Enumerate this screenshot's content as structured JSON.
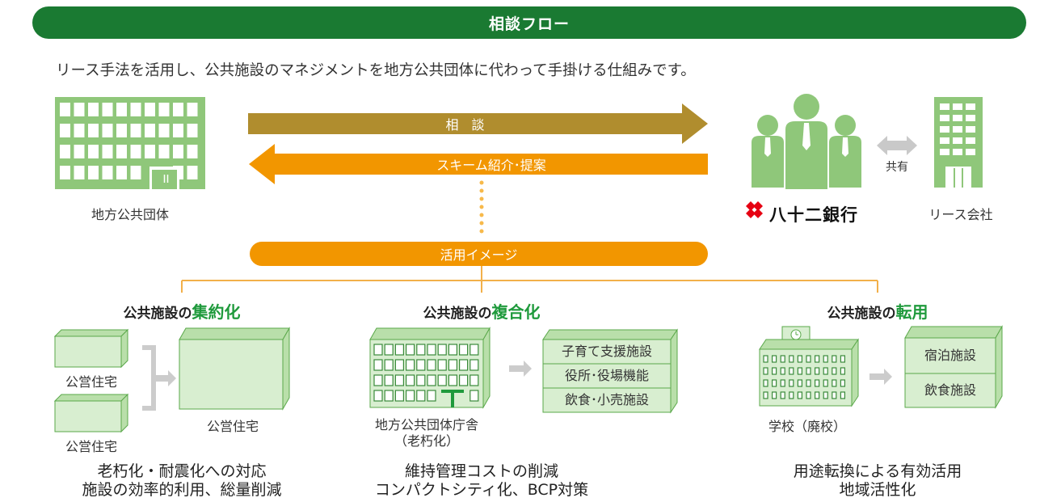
{
  "banner": {
    "title": "相談フロー"
  },
  "intro": "リース手法を活用し、公共施設のマネジメントを地方公共団体に代わって手掛ける仕組みです。",
  "actors": {
    "local_gov": "地方公共団体",
    "bank": "八十二銀行",
    "share": "共有",
    "lease_company": "リース会社"
  },
  "flow": {
    "consult": "相　談",
    "proposal": "スキーム紹介･提案",
    "image": "活用イメージ"
  },
  "cases": [
    {
      "heading_prefix": "公共施設の",
      "heading_highlight": "集約化",
      "from_label_1": "公営住宅",
      "from_label_2": "公営住宅",
      "to_label": "公営住宅",
      "outcome_1": "老朽化・耐震化への対応",
      "outcome_2": "施設の効率的利用、総量削減"
    },
    {
      "heading_prefix": "公共施設の",
      "heading_highlight": "複合化",
      "from_label_1": "地方公共団体庁舎",
      "from_label_2": "（老朽化）",
      "boxes": [
        "子育て支援施設",
        "役所･役場機能",
        "飲食･小売施設"
      ],
      "outcome_1": "維持管理コストの削減",
      "outcome_2": "コンパクトシティ化、BCP対策"
    },
    {
      "heading_prefix": "公共施設の",
      "heading_highlight": "転用",
      "from_label_1": "学校（廃校）",
      "boxes": [
        "宿泊施設",
        "飲食施設"
      ],
      "outcome_1": "用途転換による有効活用",
      "outcome_2": "地域活性化"
    }
  ],
  "colors": {
    "banner_green": "#1a7a32",
    "consult_arrow": "#b08d2e",
    "proposal_arrow": "#f29600",
    "building_green": "#8fc77a",
    "highlight_green": "#1f9a3c"
  }
}
